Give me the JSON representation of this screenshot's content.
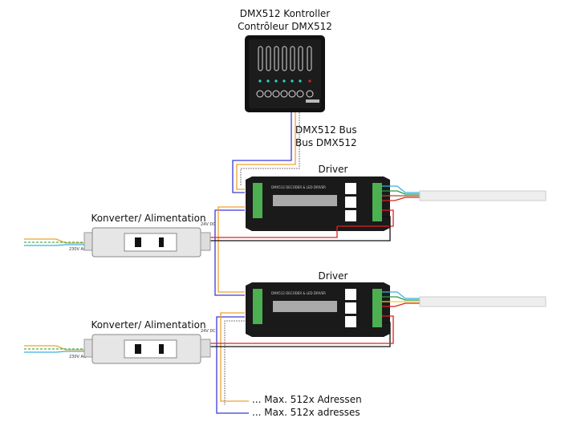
{
  "controller": {
    "title_de": "DMX512 Kontroller",
    "title_fr": "Contrôleur DMX512"
  },
  "bus": {
    "label_de": "DMX512 Bus",
    "label_fr": "Bus DMX512"
  },
  "drivers": [
    {
      "label": "Driver",
      "panel_text": "DMX512 DECODER & LED DRIVER"
    },
    {
      "label": "Driver",
      "panel_text": "DMX512 DECODER & LED DRIVER"
    }
  ],
  "converters": [
    {
      "label": "Konverter/ Alimentation",
      "dc_label": "24V DC",
      "ac_label": "230V AC"
    },
    {
      "label": "Konverter/ Alimentation",
      "dc_label": "24V DC",
      "ac_label": "230V AC"
    }
  ],
  "footer": {
    "line_de": "... Max. 512x Adressen",
    "line_fr": "... Max. 512x adresses"
  },
  "colors": {
    "dmx_blue": "#3a3ad8",
    "dmx_orange": "#f0a030",
    "power_red": "#e02020",
    "power_black": "#111111",
    "led_green": "#30d8c8",
    "led_red": "#e02020"
  }
}
